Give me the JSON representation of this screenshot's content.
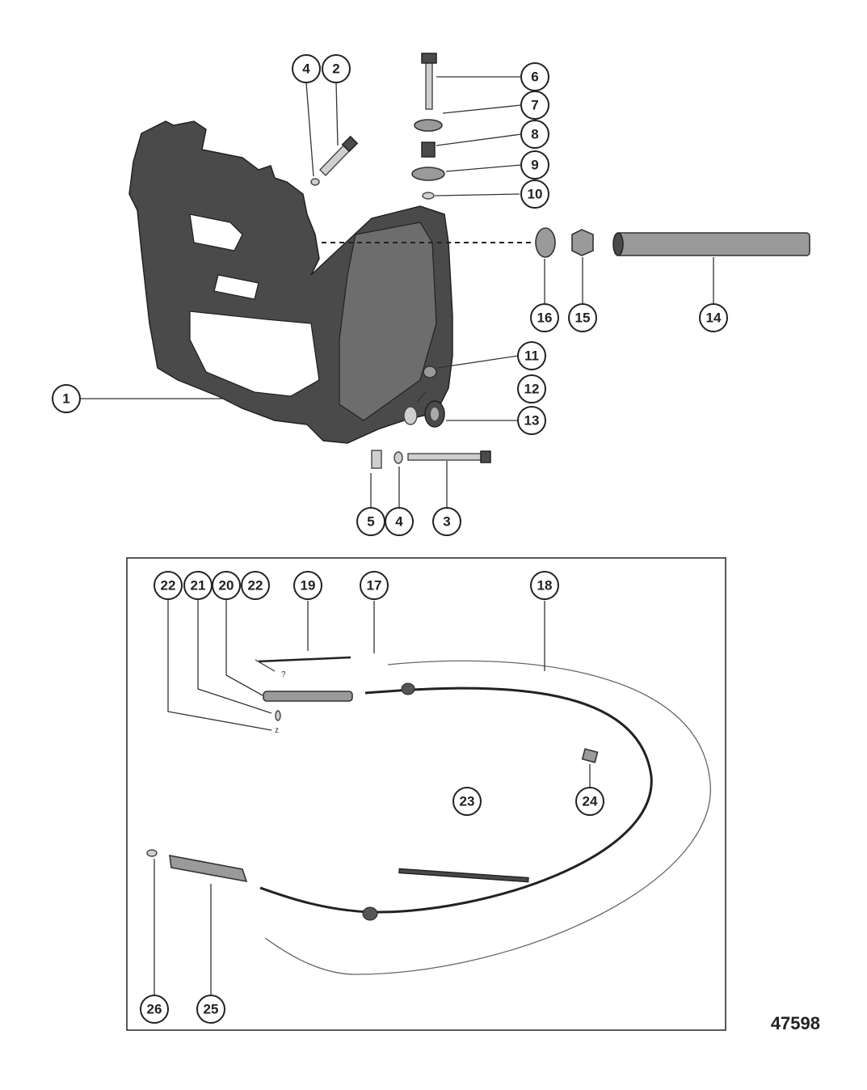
{
  "diagram": {
    "figure_number": "47598",
    "callouts": [
      "1",
      "2",
      "3",
      "4",
      "4",
      "5",
      "6",
      "7",
      "8",
      "9",
      "10",
      "11",
      "12",
      "13",
      "14",
      "15",
      "16",
      "17",
      "18",
      "19",
      "20",
      "21",
      "22",
      "22",
      "23",
      "24",
      "25",
      "26"
    ]
  }
}
